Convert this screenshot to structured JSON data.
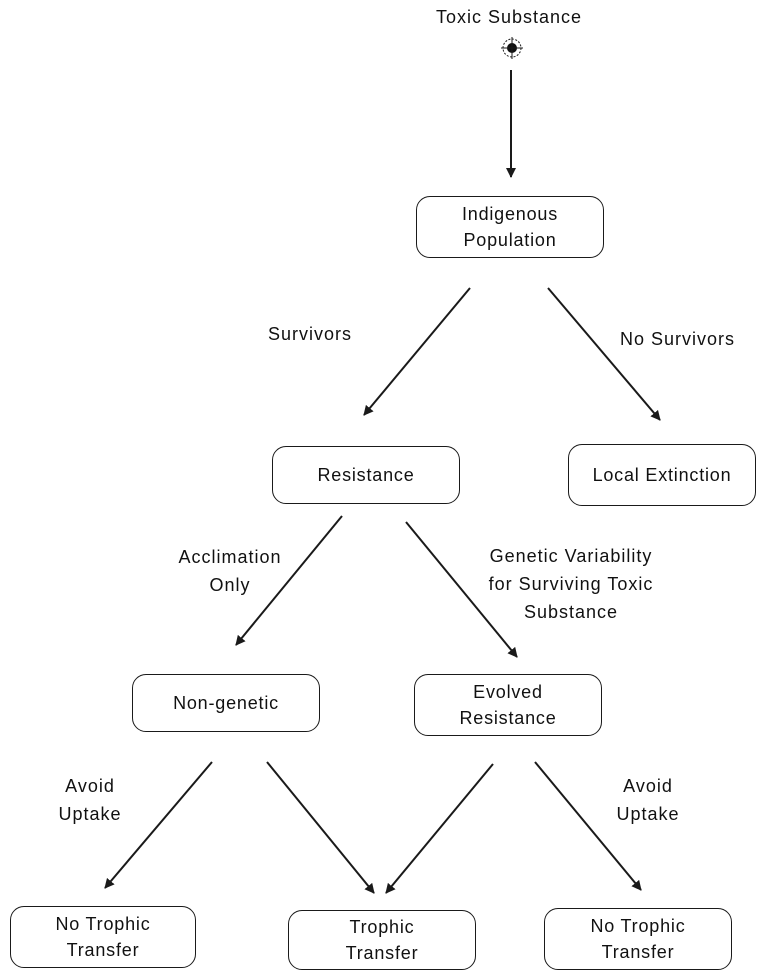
{
  "source": {
    "label": "Toxic Substance",
    "icon": "crosshair-target-icon"
  },
  "nodes": {
    "indigenous": "Indigenous\nPopulation",
    "resistance": "Resistance",
    "local_extinction": "Local   Extinction",
    "non_genetic": "Non-genetic",
    "evolved": "Evolved\nResistance",
    "no_trophic_left": "No Trophic\nTransfer",
    "trophic": "Trophic\nTransfer",
    "no_trophic_right": "No Trophic\nTransfer"
  },
  "edge_labels": {
    "survivors": "Survivors",
    "no_survivors": "No  Survivors",
    "acclimation": "Acclimation\nOnly",
    "genetic": "Genetic   Variability\nfor Surviving Toxic\nSubstance",
    "avoid_left": "Avoid\nUptake",
    "avoid_right": "Avoid\nUptake"
  },
  "colors": {
    "stroke": "#1a1a1a",
    "background": "#ffffff"
  }
}
